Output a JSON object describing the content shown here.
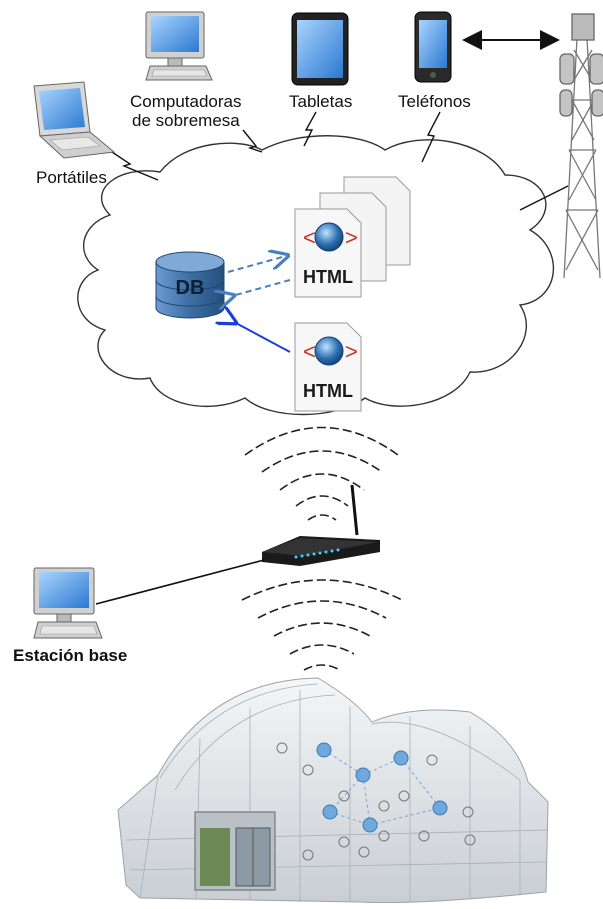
{
  "labels": {
    "laptops": "Portátiles",
    "desktops_line1": "Computadoras",
    "desktops_line2": "de sobremesa",
    "tablets": "Tabletas",
    "phones": "Teléfonos",
    "base_station": "Estación base"
  },
  "cloud": {
    "db_label": "DB",
    "html_label": "HTML"
  },
  "colors": {
    "db_blue": "#3f6f9f",
    "arrow_blue": "#1a3fd6",
    "arrow_dashed": "#4a7fc0",
    "html_red": "#c0392b",
    "globe_blue": "#2c6fb0",
    "cloud_stroke": "#333333",
    "router_body": "#1a1a1a",
    "router_lights": "#3fd0ff",
    "sensor_blue": "#6fa8dc",
    "greenhouse_sky": "#dfe7ef"
  },
  "icons": {
    "laptop": "laptop-icon",
    "desktop": "desktop-computer-icon",
    "tablet": "tablet-icon",
    "phone": "smartphone-icon",
    "tower": "cell-tower-icon",
    "database": "database-icon",
    "html_doc": "html-document-icon",
    "router": "wireless-router-icon",
    "base_pc": "base-station-computer-icon",
    "greenhouse": "greenhouse-photo"
  }
}
